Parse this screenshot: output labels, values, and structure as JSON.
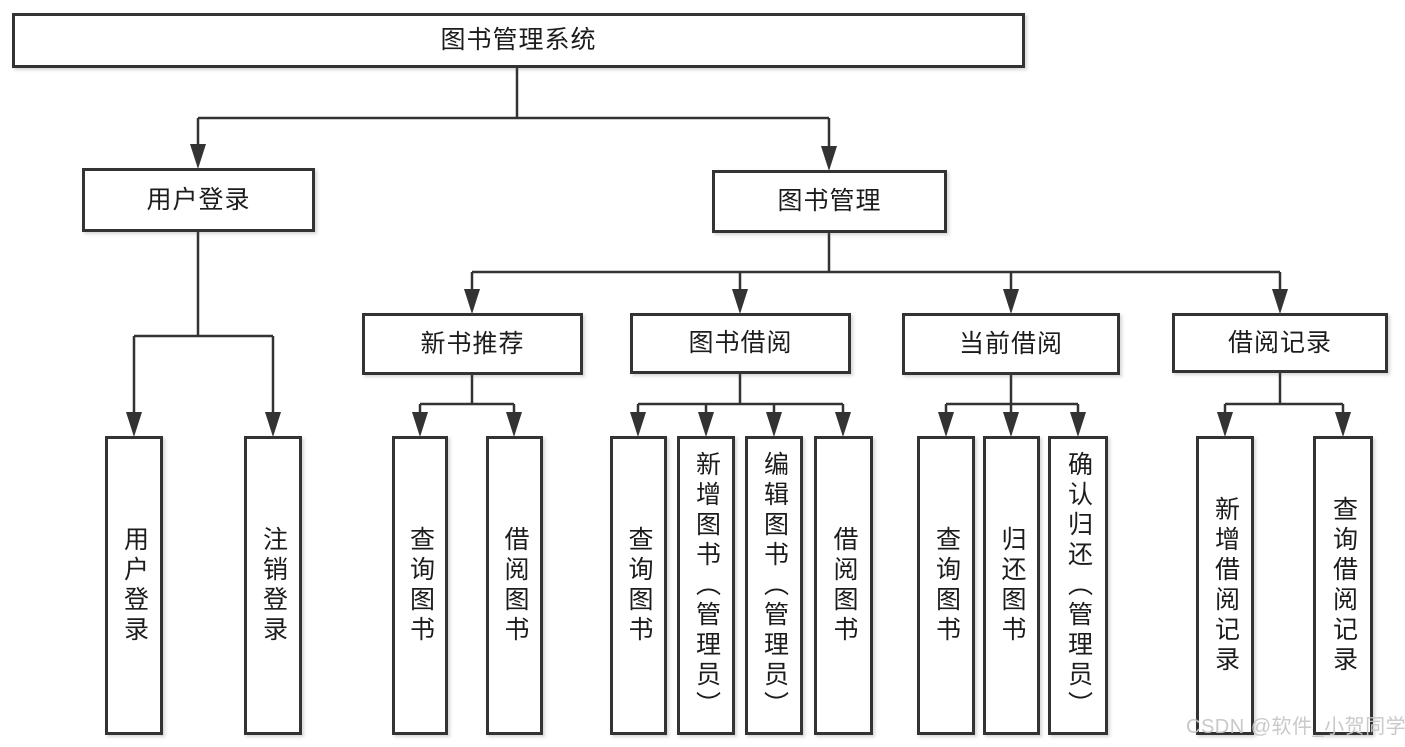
{
  "nodes": {
    "root": "图书管理系统",
    "level2": [
      "用户登录",
      "图书管理"
    ],
    "level3": [
      "新书推荐",
      "图书借阅",
      "当前借阅",
      "借阅记录"
    ],
    "leaves_login": [
      "用户登录",
      "注销登录"
    ],
    "leaves_new_books": [
      "查询图书",
      "借阅图书"
    ],
    "leaves_borrowing": [
      "查询图书",
      "新增图书（管理员）",
      "编辑图书（管理员）",
      "借阅图书"
    ],
    "leaves_current": [
      "查询图书",
      "归还图书",
      "确认归还（管理员）"
    ],
    "leaves_records": [
      "新增借阅记录",
      "查询借阅记录"
    ]
  },
  "watermark": {
    "text": "CSDN @软件_小贺同学"
  },
  "colors": {
    "line": "#333333",
    "box_border": "#333333",
    "text": "#1c1c1c",
    "background": "#ffffff",
    "watermark": "#c6c6c6"
  }
}
